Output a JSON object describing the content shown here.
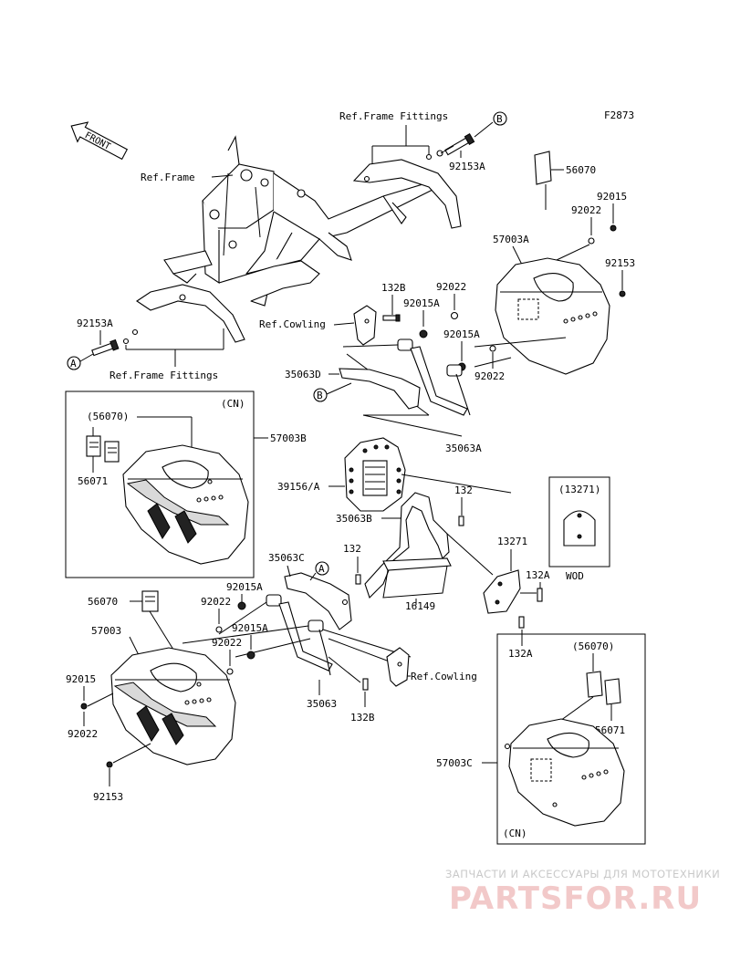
{
  "diagram": {
    "code": "F2873",
    "front_label": "FRONT",
    "labels": {
      "ref_frame_fittings_top": "Ref.Frame Fittings",
      "ref_frame": "Ref.Frame",
      "p92153A_top": "92153A",
      "p56070_top": "56070",
      "p92015_top": "92015",
      "p92022_top": "92022",
      "p57003A": "57003A",
      "p92153_top": "92153",
      "p132B_top": "132B",
      "p92022_mid": "92022",
      "p92015A_mid": "92015A",
      "ref_cowling_top": "Ref.Cowling",
      "p92015A_mid2": "92015A",
      "p92153A_left": "92153A",
      "p35063D": "35063D",
      "p92022_mid2": "92022",
      "ref_frame_fittings_bottom": "Ref.Frame Fittings",
      "p35063A": "35063A",
      "cn_top": "(CN)",
      "p56070_cn": "(56070)",
      "p57003B": "57003B",
      "p56071_cn": "56071",
      "p39156A": "39156/A",
      "p132_a": "132",
      "p13271_box": "(13271)",
      "wod": "WOD",
      "p35063B": "35063B",
      "p13271": "13271",
      "p132_b": "132",
      "p132A_a": "132A",
      "p35063C": "35063C",
      "p92015A_low": "92015A",
      "p56070_low": "56070",
      "p92022_low": "92022",
      "p16149": "16149",
      "p57003": "57003",
      "p92015A_low2": "92015A",
      "p92022_low2": "92022",
      "p132A_b": "132A",
      "p92015_low": "92015",
      "p92022_low3": "92022",
      "ref_cowling_bottom": "Ref.Cowling",
      "p56070_box": "(56070)",
      "p35063": "35063",
      "p132B_low": "132B",
      "p56071_box": "56071",
      "p57003C": "57003C",
      "p92153_low": "92153",
      "cn_bottom": "(CN)"
    },
    "callouts": {
      "a": "A",
      "b": "B"
    }
  },
  "watermark": {
    "line1": "ЗАПЧАСТИ И АКСЕССУАРЫ ДЛЯ МОТОТЕХНИКИ",
    "line2": "PARTSFOR.RU"
  }
}
